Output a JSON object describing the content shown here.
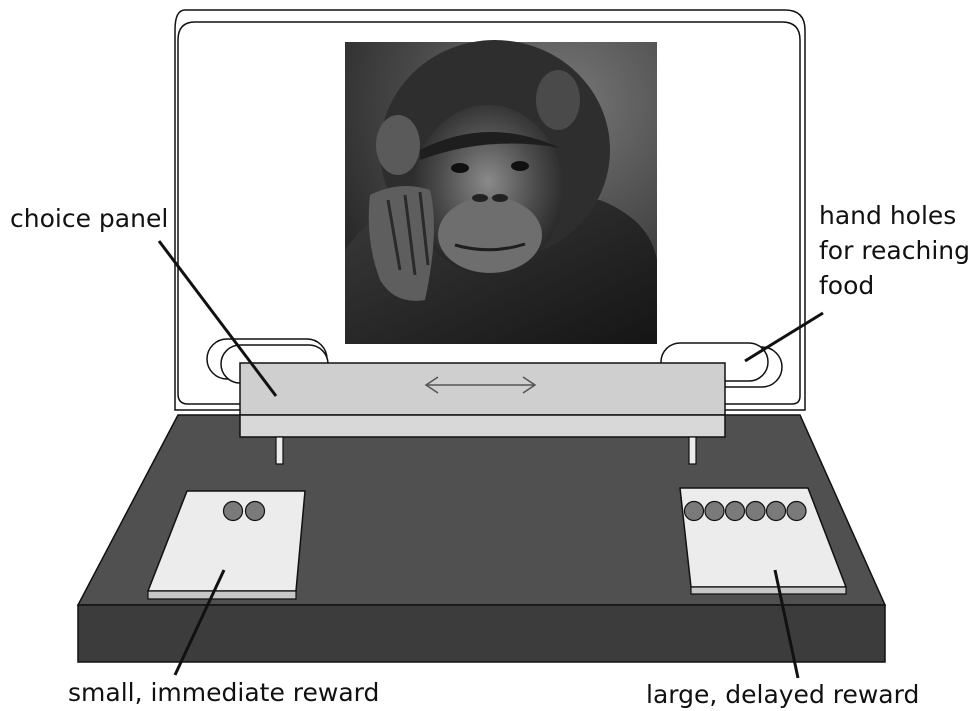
{
  "labels": {
    "choice_panel": "choice panel",
    "hand_holes_line1": "hand holes",
    "hand_holes_line2": "for reaching",
    "hand_holes_line3": "food",
    "small_reward": "small, immediate reward",
    "large_reward": "large, delayed reward"
  },
  "rewards": {
    "small_count": 2,
    "large_count": 6
  },
  "colors": {
    "table_top": "#505050",
    "table_front": "#3c3c3c",
    "panel_fill": "#cfcfcf",
    "tray_fill": "#ececec",
    "food_fill": "#7a7a7a",
    "outline": "#111111"
  },
  "icons": {
    "photo": "chimpanzee-photo",
    "arrow": "double-headed-arrow-icon"
  }
}
